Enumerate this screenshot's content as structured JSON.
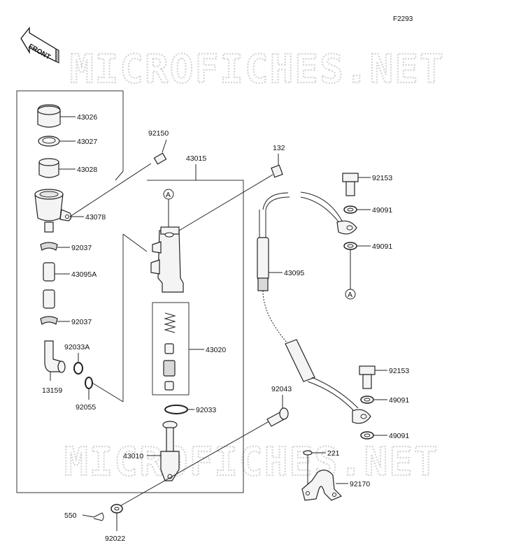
{
  "figure_code": "F2293",
  "front_label": "FRONT",
  "watermark": "MICROFICHES.NET",
  "callout_ref": "A",
  "labels": {
    "p43026": "43026",
    "p43027": "43027",
    "p43028": "43028",
    "p43078": "43078",
    "p92037a": "92037",
    "p43095a": "43095A",
    "p92037b": "92037",
    "p92033a": "92033A",
    "p13159": "13159",
    "p92055": "92055",
    "p92150": "92150",
    "p43015": "43015",
    "p43020": "43020",
    "p92033": "92033",
    "p43010": "43010",
    "p550": "550",
    "p92022": "92022",
    "p132": "132",
    "p43095": "43095",
    "p92153a": "92153",
    "p49091a": "49091",
    "p49091b": "49091",
    "p92043": "92043",
    "p92153b": "92153",
    "p49091c": "49091",
    "p49091d": "49091",
    "p221": "221",
    "p92170": "92170"
  }
}
